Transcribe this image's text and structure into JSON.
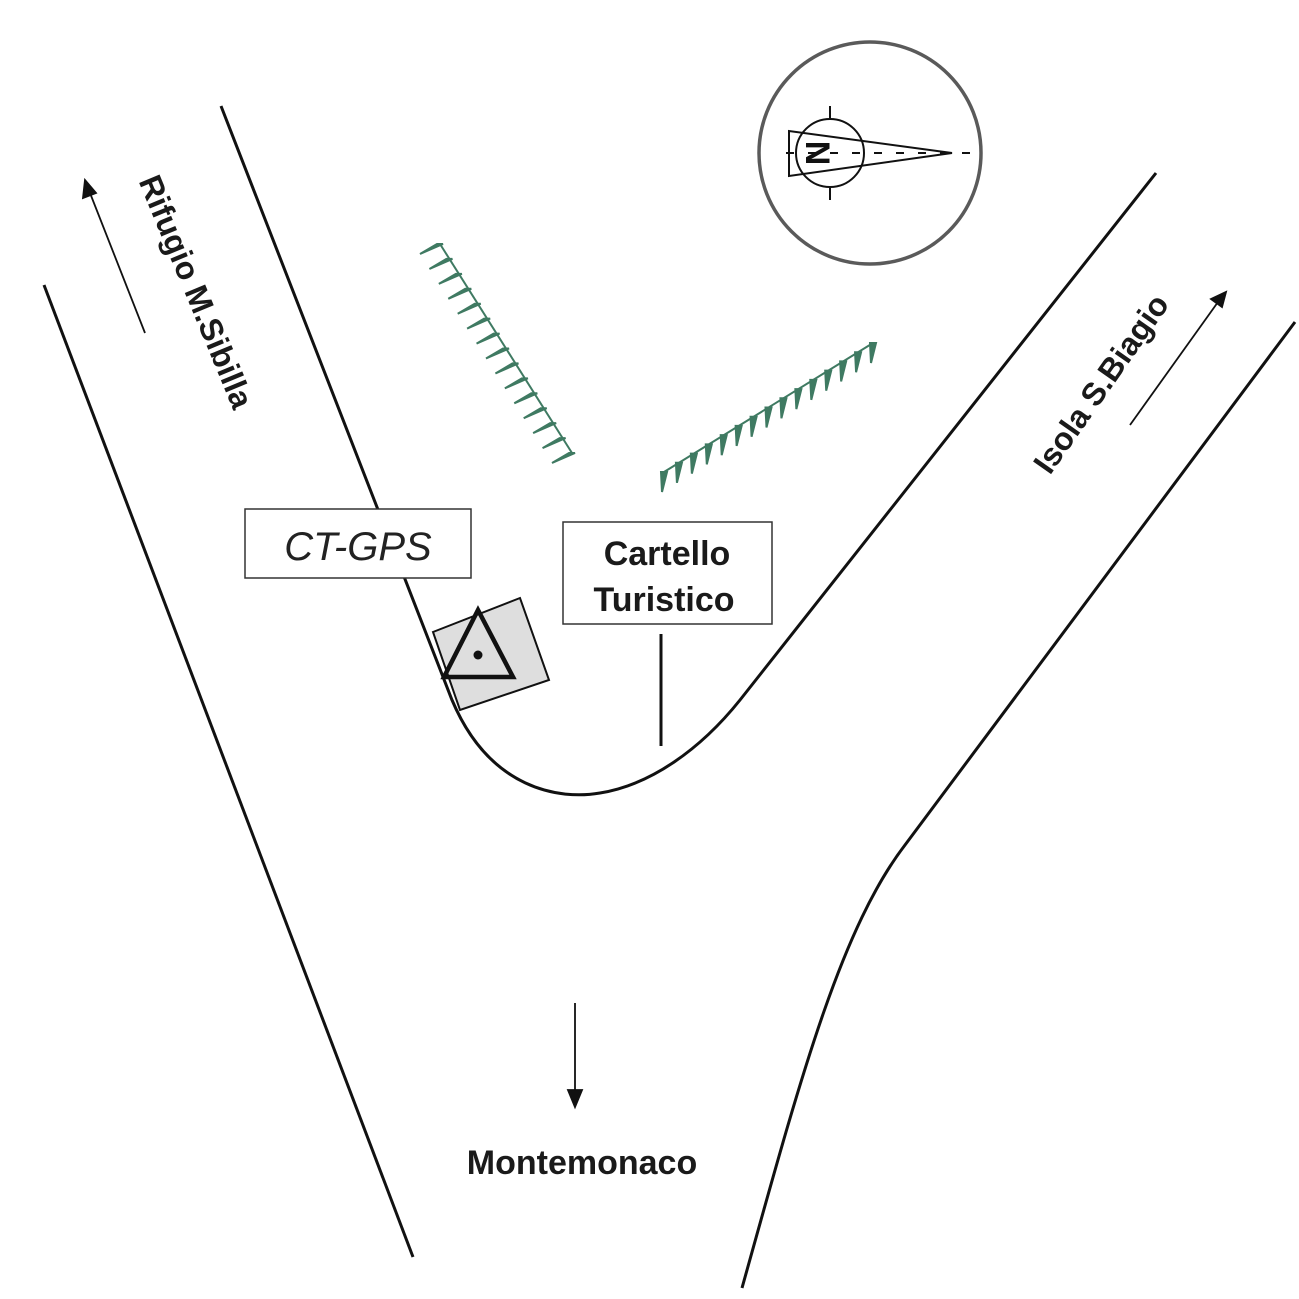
{
  "labels": {
    "road_north_west": "Rifugio M.Sibilla",
    "road_north_east": "Isola S.Biagio",
    "road_south": "Montemonaco",
    "station": "CT-GPS",
    "sign_line1": "Cartello",
    "sign_line2": "Turistico",
    "compass_letter": "N"
  },
  "icons": {
    "compass": "north-arrow-compass-icon",
    "station": "triangle-survey-point-icon",
    "vegetation": "tree-row-icon"
  },
  "colors": {
    "roads": "#111111",
    "compass_ring": "#5a5a5a",
    "trees": "#3f7a62",
    "station_box": "#dedede"
  }
}
